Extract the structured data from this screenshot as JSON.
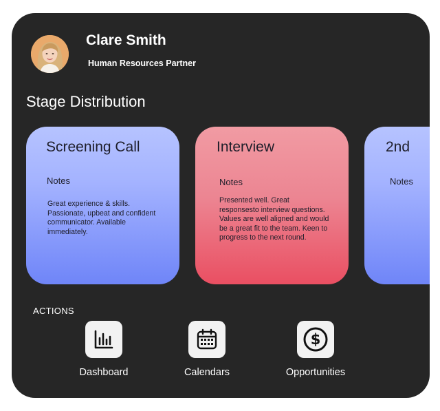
{
  "profile": {
    "name": "Clare Smith",
    "role": "Human Resources Partner"
  },
  "section": {
    "title": "Stage Distribution"
  },
  "stages": [
    {
      "title": "Screening Call",
      "notes_label": "Notes",
      "notes": "Great experience & skills. Passionate, upbeat and confident communicator. Available immediately.",
      "color": "#8497fb"
    },
    {
      "title": "Interview",
      "notes_label": "Notes",
      "notes": "Presented well. Great responsesto interview questions. Values are well aligned and would be a great fit to the team. Keen to progress to the next round.",
      "color": "#ec6c7c"
    },
    {
      "title": "2nd",
      "notes_label": "Notes",
      "notes": "",
      "color": "#8497fb"
    }
  ],
  "actions": {
    "label": "ACTIONS",
    "items": [
      {
        "label": "Dashboard",
        "icon": "bar-chart-icon"
      },
      {
        "label": "Calendars",
        "icon": "calendar-icon"
      },
      {
        "label": "Opportunities",
        "icon": "dollar-icon"
      }
    ]
  }
}
